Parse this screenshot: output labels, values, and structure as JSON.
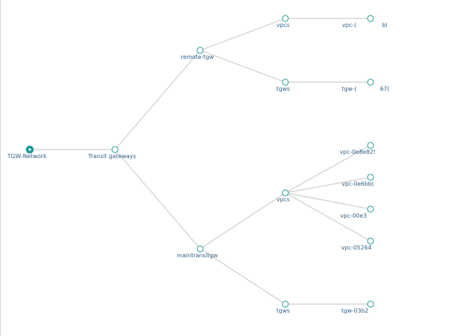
{
  "colors": {
    "node_stroke": "#1a9a9a",
    "root_fill": "#1a9a9a",
    "link": "#cccccc",
    "label": "#2e5f86"
  },
  "tree": {
    "id": "root",
    "label": "TGW-Network",
    "root": true,
    "children": [
      {
        "id": "tg",
        "label": "Transit gateways",
        "children": [
          {
            "id": "remote",
            "label": "remote-tgw",
            "children": [
              {
                "id": "remote-vpcs",
                "label": "vpcs",
                "children": [
                  {
                    "id": "remote-vpc-1",
                    "label": "vpc-(",
                    "extra": "bl"
                  }
                ]
              },
              {
                "id": "remote-tgws",
                "label": "tgws",
                "children": [
                  {
                    "id": "remote-tgw-1",
                    "label": "tgw-(",
                    "extra": "67("
                  }
                ]
              }
            ]
          },
          {
            "id": "main",
            "label": "maintransitgw",
            "children": [
              {
                "id": "main-vpcs",
                "label": "vpcs",
                "children": [
                  {
                    "id": "main-vpc-1",
                    "label": "vpc-0e8e82!"
                  },
                  {
                    "id": "main-vpc-2",
                    "label": "vpc-0e6bb("
                  },
                  {
                    "id": "main-vpc-3",
                    "label": "vpc-00e3"
                  },
                  {
                    "id": "main-vpc-4",
                    "label": "vpc-05264"
                  }
                ]
              },
              {
                "id": "main-tgws",
                "label": "tgws",
                "children": [
                  {
                    "id": "main-tgw-1",
                    "label": "tgw-03b2"
                  }
                ]
              }
            ]
          }
        ]
      }
    ]
  }
}
